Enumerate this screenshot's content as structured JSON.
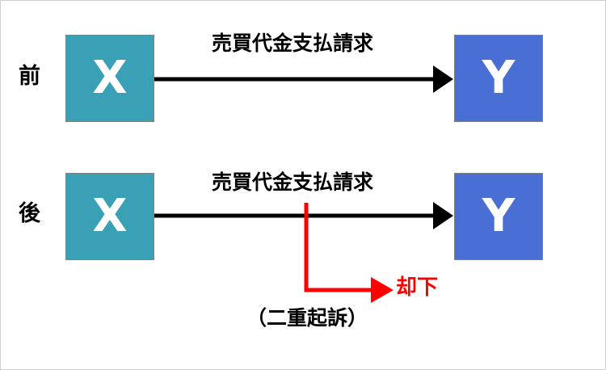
{
  "diagram": {
    "title_rows": [
      {
        "label": "前"
      },
      {
        "label": "後"
      }
    ],
    "before": {
      "row_label": "前",
      "plaintiff": {
        "letter": "X",
        "color": "#39A0B5"
      },
      "defendant": {
        "letter": "Y",
        "color": "#4A6FD4"
      },
      "claim_label": "売買代金支払請求",
      "arrow_color": "#000000"
    },
    "after": {
      "row_label": "後",
      "plaintiff": {
        "letter": "X",
        "color": "#39A0B5"
      },
      "defendant": {
        "letter": "Y",
        "color": "#4A6FD4"
      },
      "claim_label": "売買代金支払請求",
      "arrow_color": "#000000",
      "branch": {
        "outcome_label": "却下",
        "outcome_color": "#FF0000",
        "reason_label": "（二重起訴）",
        "reason_color": "#000000"
      }
    }
  }
}
